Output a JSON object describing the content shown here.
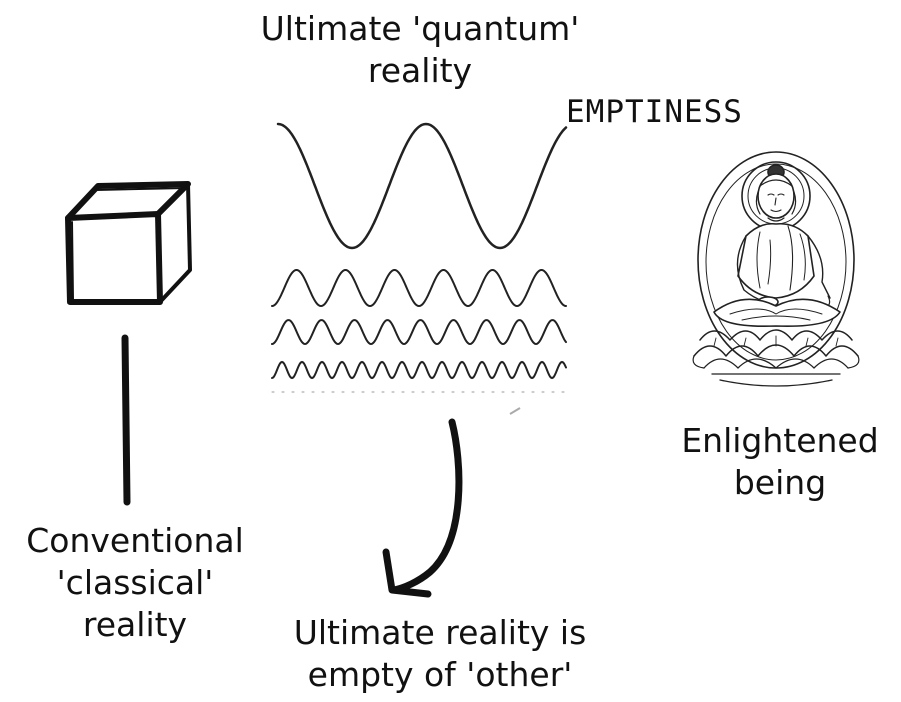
{
  "labels": {
    "quantum_title": [
      "Ultimate 'quantum'",
      "reality"
    ],
    "emptiness": "EMPTINESS",
    "enlightened": [
      "Enlightened",
      "being"
    ],
    "conventional": [
      "Conventional",
      "'classical'",
      "reality"
    ],
    "ultimate_empty": [
      "Ultimate reality is",
      "empty of 'other'"
    ]
  },
  "icons": {
    "cube": "cube-drawing-icon",
    "buddha": "buddha-figure-icon",
    "waves": "wave-pattern-icon",
    "arrow": "curved-arrow-icon"
  },
  "colors": {
    "ink": "#111111",
    "background": "#ffffff"
  }
}
